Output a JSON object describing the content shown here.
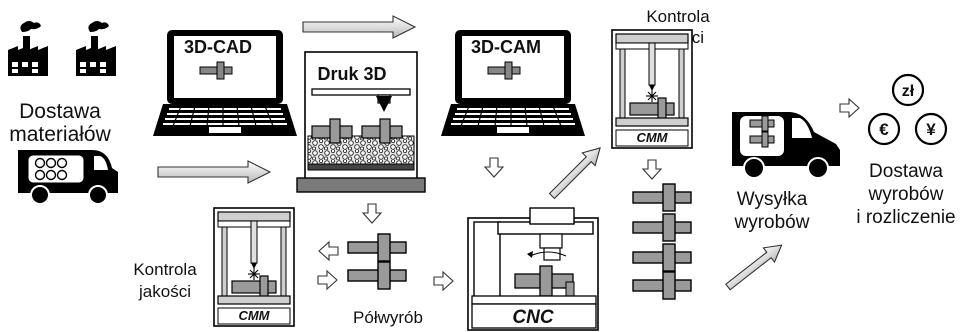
{
  "labels": {
    "supply_materials": [
      "Dostawa",
      "materiałów"
    ],
    "cad": "3D-CAD",
    "print3d": "Druk 3D",
    "cam": "3D-CAM",
    "qc_top": [
      "Kontrola",
      "jakości"
    ],
    "cmm_top": "CMM",
    "shipping": [
      "Wysyłka",
      "wyrobów"
    ],
    "delivery": [
      "Dostawa",
      "wyrobów",
      "i rozliczenie"
    ],
    "qc_left": [
      "Kontrola",
      "jakości"
    ],
    "cmm_left": "CMM",
    "semi_product": "Półwyrób",
    "cnc": "CNC",
    "currency_pln": "zł",
    "currency_eur": "€",
    "currency_yen": "¥"
  },
  "colors": {
    "line": "#111111",
    "gray_light": "#cfcfcf",
    "gray_mid": "#9a9a9a",
    "gray_dark": "#6e6e6e",
    "black": "#000000",
    "white": "#ffffff"
  },
  "icons": [
    "factory-icon",
    "laptop-icon",
    "printer-3d-icon",
    "cmm-machine-icon",
    "delivery-van-icon",
    "cnc-machine-icon",
    "currency-icon",
    "arrow-icon"
  ]
}
